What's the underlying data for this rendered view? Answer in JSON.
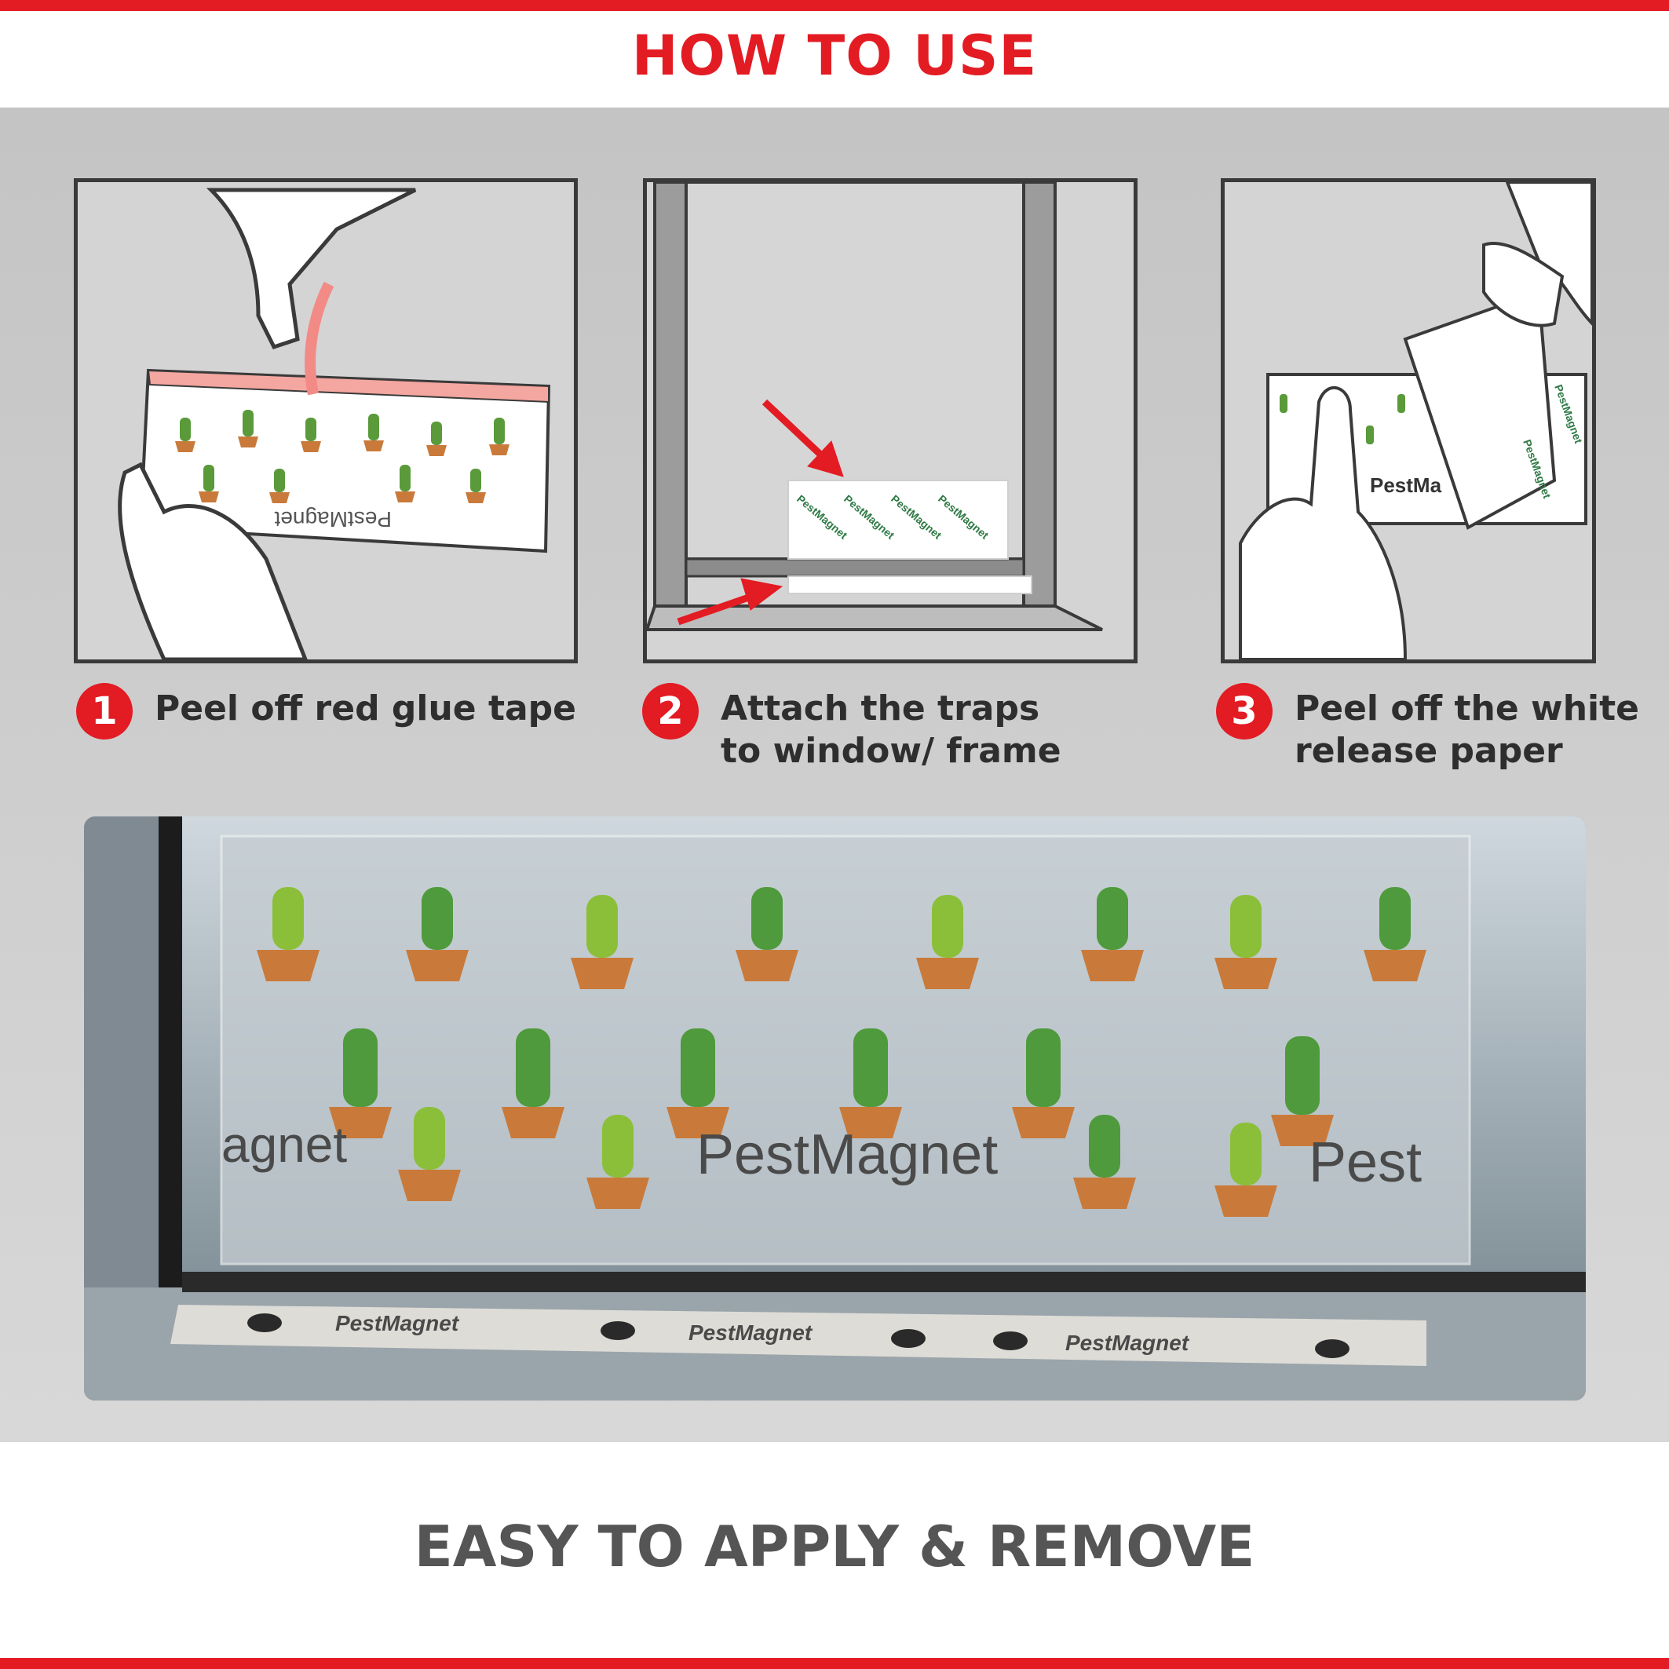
{
  "header": {
    "title": "HOW TO USE"
  },
  "steps": [
    {
      "number": "1",
      "text": "Peel off red glue tape"
    },
    {
      "number": "2",
      "text": "Attach the traps to window/ frame"
    },
    {
      "number": "3",
      "text": "Peel off the white release paper"
    }
  ],
  "brand": {
    "name": "PestMagnet",
    "name_partial_left": "agnet",
    "name_partial_right": "Pest",
    "panel3_label": "PestMa"
  },
  "footer": {
    "tagline": "EASY TO APPLY & REMOVE"
  },
  "colors": {
    "accent_red": "#e31b23",
    "cactus_green": "#5a9a3a",
    "pot_orange": "#c97a3a",
    "text_dark": "#2e2e2e",
    "tagline_gray": "#555555"
  }
}
